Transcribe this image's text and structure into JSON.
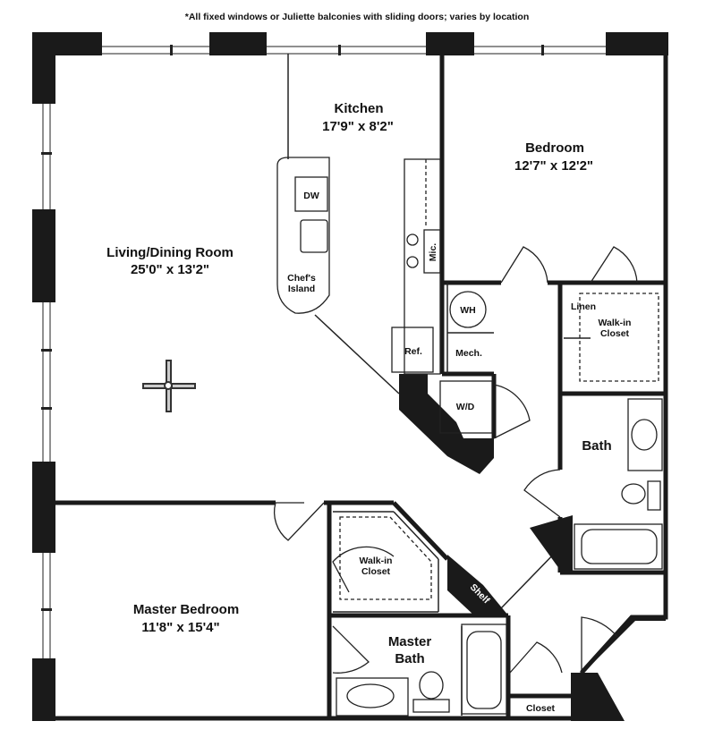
{
  "note": "*All fixed windows or Juliette balconies with sliding doors; varies by location",
  "rooms": {
    "kitchen": {
      "name": "Kitchen",
      "dims": "17'9\" x 8'2\""
    },
    "bedroom": {
      "name": "Bedroom",
      "dims": "12'7\" x 12'2\""
    },
    "living": {
      "name": "Living/Dining Room",
      "dims": "25'0\" x 13'2\""
    },
    "master_bedroom": {
      "name": "Master Bedroom",
      "dims": "11'8\" x 15'4\""
    },
    "master_bath": {
      "name_line1": "Master",
      "name_line2": "Bath"
    },
    "bath": {
      "name": "Bath"
    }
  },
  "fixtures": {
    "dw": "DW",
    "island_line1": "Chef's",
    "island_line2": "Island",
    "mic": "Mic.",
    "ref": "Ref.",
    "wh": "WH",
    "mech": "Mech.",
    "wd": "W/D",
    "linen": "Linen",
    "walkin_line1": "Walk-in",
    "walkin_line2": "Closet",
    "shelf": "Shelf",
    "closet": "Closet"
  }
}
